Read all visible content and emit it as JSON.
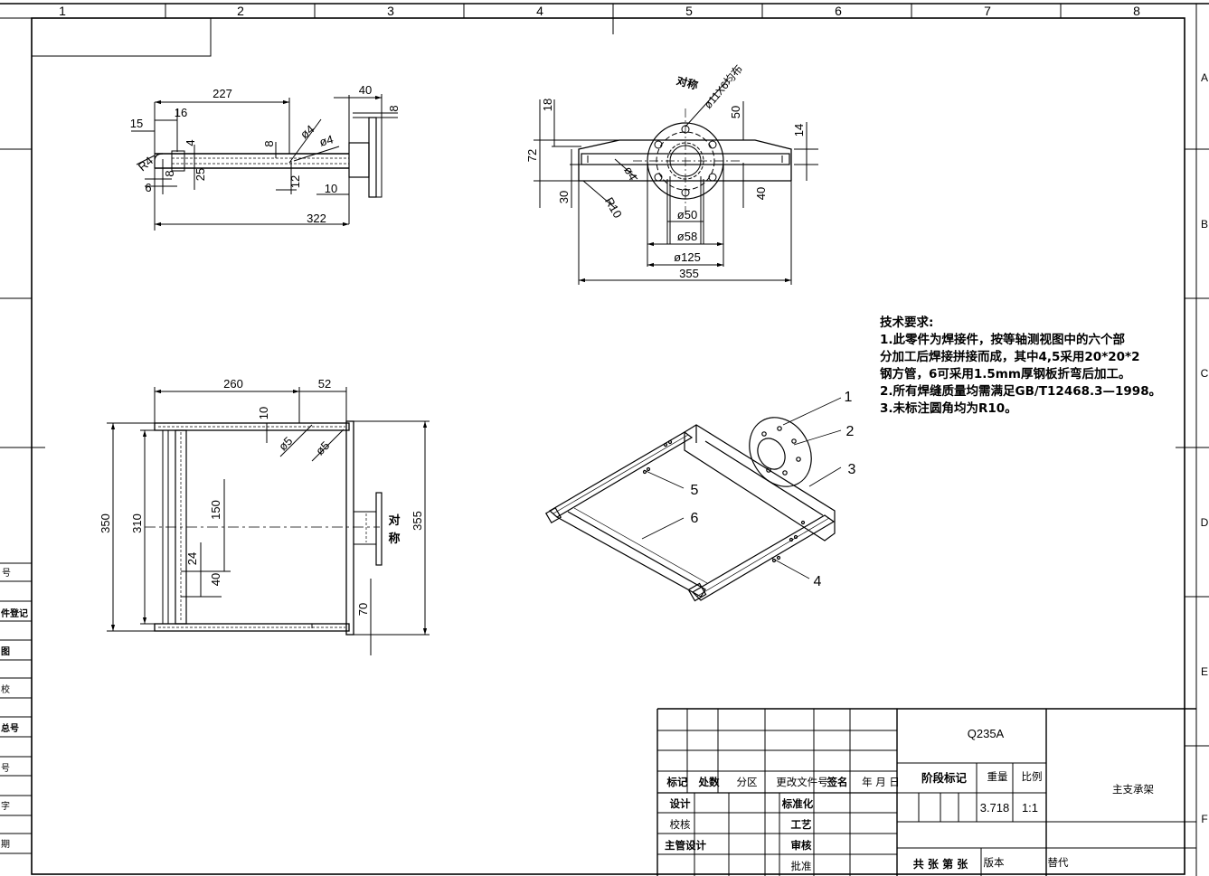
{
  "frame": {
    "columns": [
      "1",
      "2",
      "3",
      "4",
      "5",
      "6",
      "7",
      "8"
    ],
    "rows": [
      "A",
      "B",
      "C",
      "D",
      "E",
      "F"
    ]
  },
  "left_strip": [
    "号",
    "件登记",
    "图",
    "校",
    "总号",
    "号",
    "字",
    "期"
  ],
  "view_top": {
    "dims": [
      "227",
      "15",
      "16",
      "40",
      "8",
      "R4",
      "4",
      "8",
      "ø4",
      "ø4",
      "6",
      "8",
      "25",
      "12",
      "10",
      "322"
    ]
  },
  "view_side": {
    "sym": "对称",
    "holes": "ø11X6均布",
    "dims": [
      "18",
      "72",
      "30",
      "R10",
      "ø4",
      "50",
      "14",
      "40",
      "ø50",
      "ø58",
      "ø125",
      "355"
    ]
  },
  "view_front": {
    "sym": [
      "对",
      "称"
    ],
    "dims": [
      "260",
      "52",
      "10",
      "ø5",
      "ø5",
      "350",
      "310",
      "150",
      "24",
      "40",
      "355",
      "70"
    ]
  },
  "iso": {
    "callouts": [
      "1",
      "2",
      "3",
      "4",
      "5",
      "6"
    ]
  },
  "notes": {
    "title": "技术要求:",
    "lines": [
      "1.此零件为焊接件，按等轴测视图中的六个部",
      "分加工后焊接拼接而成，其中4,5采用20*20*2",
      "钢方管，6可采用1.5mm厚钢板折弯后加工。",
      "2.所有焊缝质量均需满足GB/T12468.3—1998。",
      "3.未标注圆角均为R10。"
    ]
  },
  "title_block": {
    "material": "Q235A",
    "headers": [
      "标记",
      "处数",
      "分区",
      "更改文件号",
      "签名",
      "年 月 日"
    ],
    "roles": [
      "设计",
      "校核",
      "主管设计"
    ],
    "roles2": [
      "标准化",
      "工艺",
      "审核",
      "批准"
    ],
    "stage_label": "阶段标记",
    "weight_label": "重量",
    "scale_label": "比例",
    "weight": "3.718",
    "scale": "1:1",
    "part_name": "主支承架",
    "sheets_label": "共 张  第 张",
    "version_label": "版本",
    "replace_label": "替代"
  }
}
